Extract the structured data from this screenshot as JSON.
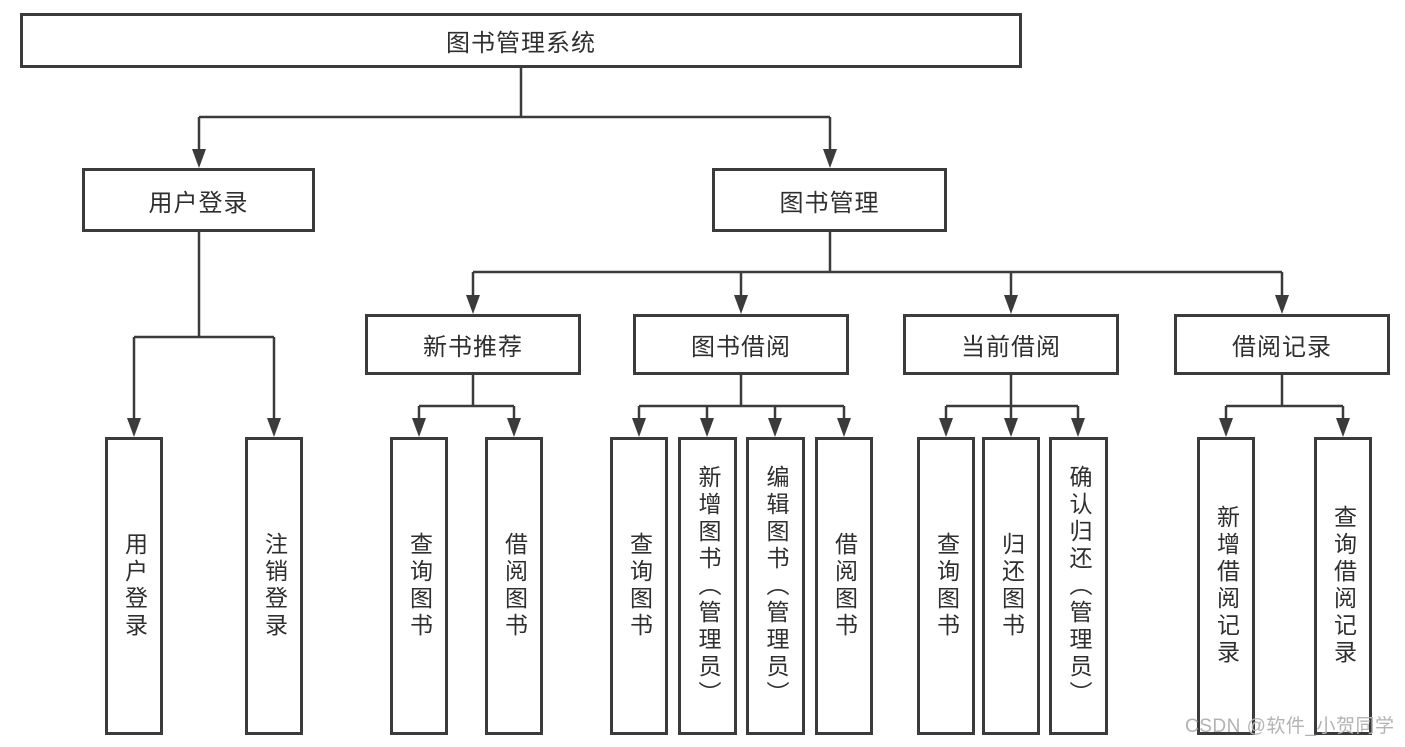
{
  "diagram": {
    "root": "图书管理系统",
    "branches": [
      {
        "label": "用户登录",
        "children": [
          "用户登录",
          "注销登录"
        ]
      },
      {
        "label": "图书管理",
        "groups": [
          {
            "label": "新书推荐",
            "children": [
              "查询图书",
              "借阅图书"
            ]
          },
          {
            "label": "图书借阅",
            "children": [
              "查询图书",
              "新增图书（管理员）",
              "编辑图书（管理员）",
              "借阅图书"
            ]
          },
          {
            "label": "当前借阅",
            "children": [
              "查询图书",
              "归还图书",
              "确认归还（管理员）"
            ]
          },
          {
            "label": "借阅记录",
            "children": [
              "新增借阅记录",
              "查询借阅记录"
            ]
          }
        ]
      }
    ],
    "watermark": "CSDN @软件_小贺同学",
    "colors": {
      "line": "#3b3b3b",
      "text": "#2f2f2f",
      "box_background": "#ffffff",
      "watermark": "#b3b3b3",
      "page_background": "#ffffff"
    }
  }
}
